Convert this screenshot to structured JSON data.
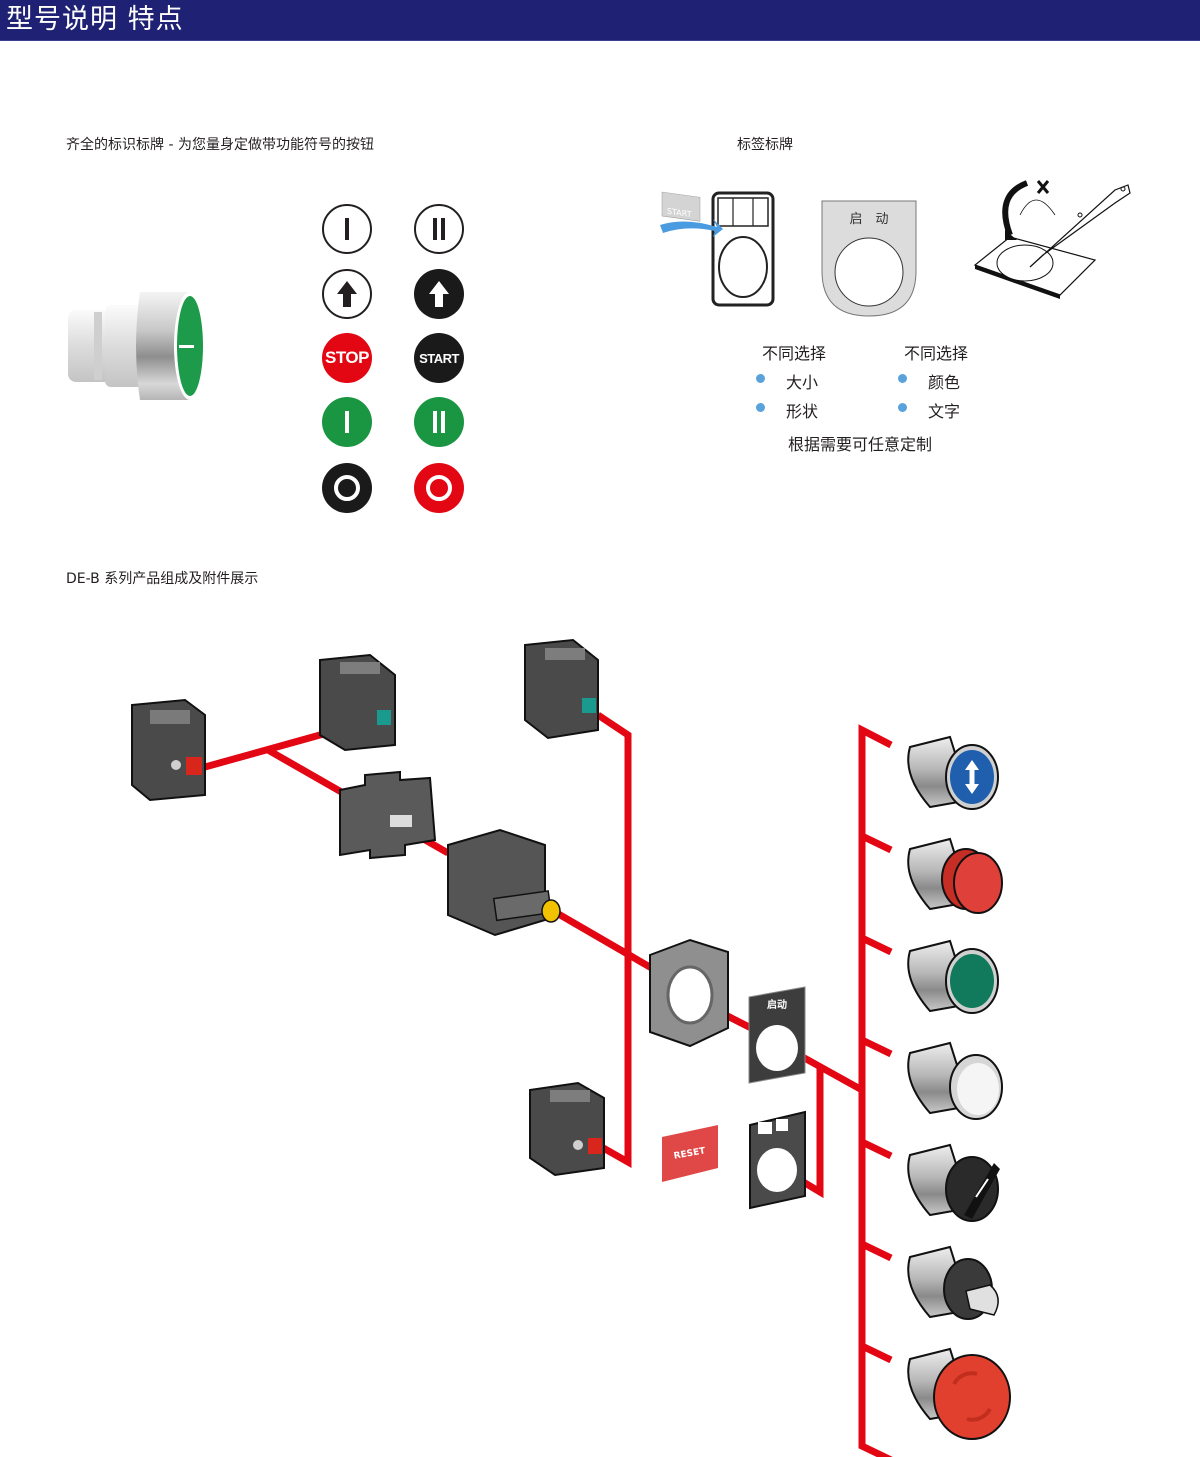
{
  "header": {
    "title": "型号说明  特点",
    "background": "#1f2274"
  },
  "section_symbols": {
    "caption": "齐全的标识标牌 - 为您量身定做带功能符号的按钮",
    "symbols": [
      {
        "name": "I",
        "style": "outline",
        "row": 1,
        "col": 1
      },
      {
        "name": "II",
        "style": "outline",
        "row": 1,
        "col": 2
      },
      {
        "name": "arrow-up",
        "style": "outline",
        "row": 2,
        "col": 1
      },
      {
        "name": "arrow-up",
        "style": "black",
        "row": 2,
        "col": 2
      },
      {
        "name": "STOP",
        "style": "red",
        "row": 3,
        "col": 1
      },
      {
        "name": "START",
        "style": "black",
        "row": 3,
        "col": 2
      },
      {
        "name": "I",
        "style": "green",
        "row": 4,
        "col": 1
      },
      {
        "name": "II",
        "style": "green",
        "row": 4,
        "col": 2
      },
      {
        "name": "O",
        "style": "black",
        "row": 5,
        "col": 1
      },
      {
        "name": "O",
        "style": "red",
        "row": 5,
        "col": 2
      }
    ],
    "stop_label": "STOP",
    "start_label": "START"
  },
  "section_labels": {
    "caption": "标签标牌",
    "insert_label": "START",
    "plate_label": "启　动",
    "col1_title": "不同选择",
    "col1_items": [
      "大小",
      "形状"
    ],
    "col2_title": "不同选择",
    "col2_items": [
      "颜色",
      "文字"
    ],
    "footer": "根据需要可任意定制"
  },
  "section_assembly": {
    "caption": "DE-B 系列产品组成及附件展示",
    "legend_plate_label": "启动",
    "reset_label": "RESET",
    "heads": [
      {
        "type": "flush-push-button",
        "color": "#1f5fae",
        "symbol": "double-arrow"
      },
      {
        "type": "projecting-push-button",
        "color": "#e0403a"
      },
      {
        "type": "flush-push-button",
        "color": "#117a5c"
      },
      {
        "type": "illuminated-push-button",
        "color": "#f5f5f5"
      },
      {
        "type": "selector-switch",
        "color": "#2a2a2a"
      },
      {
        "type": "key-switch",
        "color": "#3a3a3a"
      },
      {
        "type": "emergency-stop",
        "color": "#e2402e"
      }
    ],
    "line_color": "#e30613"
  }
}
